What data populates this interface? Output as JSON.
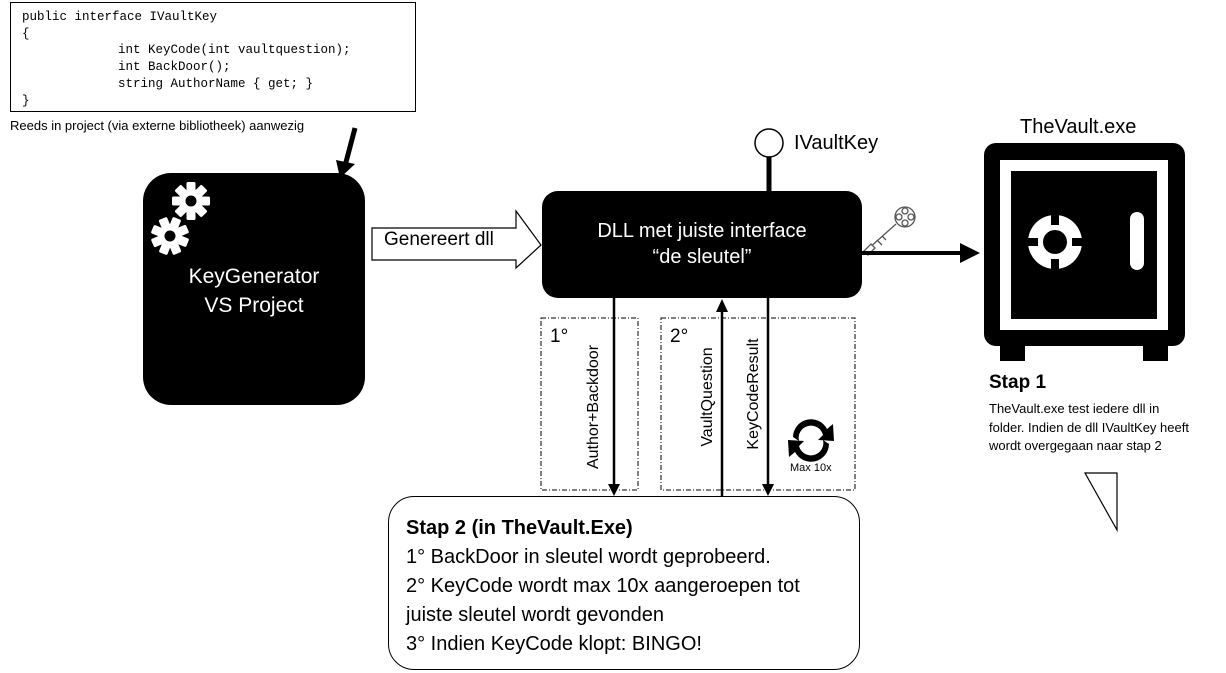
{
  "code": {
    "lines": [
      "public interface IVaultKey",
      "{",
      "int KeyCode(int vaultquestion);",
      "int BackDoor();",
      "string AuthorName { get; }",
      "}"
    ],
    "caption": "Reeds in project (via externe bibliotheek) aanwezig"
  },
  "keygen": {
    "line1": "KeyGenerator",
    "line2": "VS Project",
    "icon": "gears-icon"
  },
  "arrow_label": "Genereert dll",
  "dll": {
    "line1": "DLL met juiste interface",
    "line2": "“de sleutel”",
    "icon": "key-icon"
  },
  "interface_label": "IVaultKey",
  "vault": {
    "title": "TheVault.exe",
    "icon": "safe-icon"
  },
  "step1": {
    "num": "1°",
    "label": "Author+Backdoor"
  },
  "step2": {
    "num": "2°",
    "label_question": "VaultQuestion",
    "label_result": "KeyCodeResult",
    "max_label": "Max 10x",
    "icon": "refresh-icon"
  },
  "stap1": {
    "title": "Stap 1",
    "text": "TheVault.exe test iedere dll in folder. Indien de dll IVaultKey heeft wordt overgegaan naar stap 2"
  },
  "stap2": {
    "title": "Stap 2 (in TheVault.Exe)",
    "lines": [
      "1° BackDoor in sleutel wordt geprobeerd.",
      "2° KeyCode wordt max 10x aangeroepen tot",
      "juiste sleutel wordt gevonden",
      "3° Indien KeyCode klopt: BINGO!"
    ]
  }
}
